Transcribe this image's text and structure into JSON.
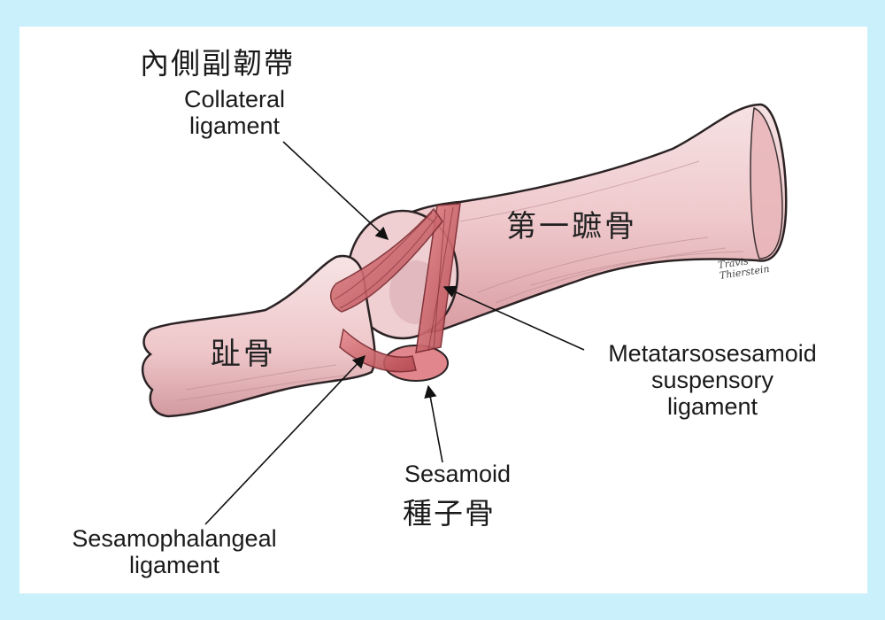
{
  "labels": {
    "collateral_zh": "內側副韌帶",
    "collateral_en_1": "Collateral",
    "collateral_en_2": "ligament",
    "metatarsal_zh": "第一蹠骨",
    "phalanx_zh": "趾骨",
    "suspensory_1": "Metatarsosesamoid",
    "suspensory_2": "suspensory",
    "suspensory_3": "ligament",
    "sesamoid_en": "Sesamoid",
    "sesamoid_zh": "種子骨",
    "sesamophalangeal_1": "Sesamophalangeal",
    "sesamophalangeal_2": "ligament"
  },
  "signature": {
    "line1": "Travis",
    "line2": "Thierstein"
  },
  "colors": {
    "background": "#c9f0fb",
    "bone": "#f2d4d6",
    "ligament": "#b34a4f",
    "outline": "#2b2224"
  }
}
